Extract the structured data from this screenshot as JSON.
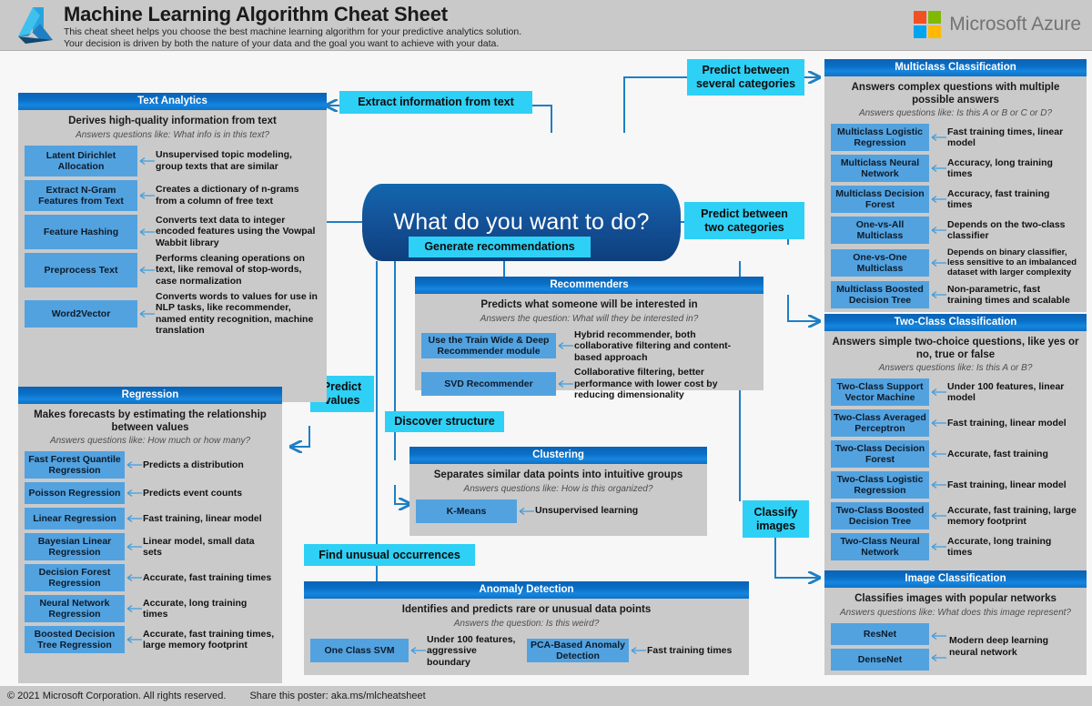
{
  "header": {
    "title": "Machine Learning Algorithm Cheat Sheet",
    "sub1": "This cheat sheet helps you choose the best machine learning algorithm for your predictive analytics solution.",
    "sub2": "Your decision is driven by both the nature of your data and the goal you want to achieve with your data.",
    "brand": "Microsoft Azure",
    "logo_icon": "azure-logo-icon",
    "ms_logo_icon": "microsoft-squares-icon",
    "ms_colors": [
      "#f25022",
      "#7fba00",
      "#00a4ef",
      "#ffb900"
    ]
  },
  "center": {
    "question": "What do you want to do?"
  },
  "colors": {
    "header_bar_start": "#0b62b5",
    "header_bar_end": "#0f72c4",
    "panel_bg": "#cacaca",
    "algo_box": "#52a2e0",
    "cyan_label": "#2ed0f5",
    "wire": "#1d7fc4",
    "page_bg": "#f7f7f7",
    "chrome_bg": "#c9c9c9"
  },
  "decision_labels": [
    {
      "id": "extract-information-from-text",
      "text": "Extract information from text"
    },
    {
      "id": "predict-between-several-categories",
      "text": "Predict between\nseveral categories"
    },
    {
      "id": "predict-between-two-categories",
      "text": "Predict between\ntwo categories"
    },
    {
      "id": "generate-recommendations",
      "text": "Generate recommendations"
    },
    {
      "id": "predict-values",
      "text": "Predict\nvalues"
    },
    {
      "id": "discover-structure",
      "text": "Discover structure"
    },
    {
      "id": "classify-images",
      "text": "Classify\nimages"
    },
    {
      "id": "find-unusual-occurrences",
      "text": "Find unusual occurrences"
    }
  ],
  "panels": {
    "text_analytics": {
      "title": "Text Analytics",
      "desc": "Derives high-quality information from text",
      "question": "Answers questions like: What info is in this text?",
      "rows": [
        {
          "algo": "Latent Dirichlet Allocation",
          "note": "Unsupervised topic modeling, group texts that are similar"
        },
        {
          "algo": "Extract N-Gram Features from Text",
          "note": "Creates a dictionary of n-grams from a column of free text"
        },
        {
          "algo": "Feature Hashing",
          "note": "Converts text data to integer encoded features using the Vowpal Wabbit library"
        },
        {
          "algo": "Preprocess Text",
          "note": "Performs cleaning operations on text, like removal of stop-words, case normalization"
        },
        {
          "algo": "Word2Vector",
          "note": "Converts words to values for use in NLP tasks, like recommender, named entity recognition, machine translation"
        }
      ]
    },
    "regression": {
      "title": "Regression",
      "desc": "Makes forecasts by estimating the relationship between values",
      "question": "Answers questions like: How much or how many?",
      "rows": [
        {
          "algo": "Fast Forest Quantile Regression",
          "note": "Predicts a distribution"
        },
        {
          "algo": "Poisson Regression",
          "note": "Predicts event counts"
        },
        {
          "algo": "Linear Regression",
          "note": "Fast training, linear model"
        },
        {
          "algo": "Bayesian Linear Regression",
          "note": "Linear model, small data sets"
        },
        {
          "algo": "Decision Forest Regression",
          "note": "Accurate, fast training times"
        },
        {
          "algo": "Neural Network Regression",
          "note": "Accurate, long training times"
        },
        {
          "algo": "Boosted Decision Tree Regression",
          "note": "Accurate, fast training times, large memory footprint"
        }
      ]
    },
    "recommenders": {
      "title": "Recommenders",
      "desc": "Predicts what someone will be interested in",
      "question": "Answers the question: What will they be interested in?",
      "rows": [
        {
          "algo": "Use the Train Wide & Deep Recommender module",
          "note": "Hybrid recommender, both collaborative filtering and content-based approach"
        },
        {
          "algo": "SVD Recommender",
          "note": "Collaborative filtering, better performance with lower cost by reducing dimensionality"
        }
      ]
    },
    "clustering": {
      "title": "Clustering",
      "desc": "Separates similar data points into intuitive groups",
      "question": "Answers questions like: How is this organized?",
      "rows": [
        {
          "algo": "K-Means",
          "note": "Unsupervised learning"
        }
      ]
    },
    "anomaly_detection": {
      "title": "Anomaly Detection",
      "desc": "Identifies and predicts rare or unusual data points",
      "question": "Answers the question: Is this weird?",
      "rows": [
        {
          "algo": "One Class SVM",
          "note": "Under 100 features, aggressive boundary"
        },
        {
          "algo": "PCA-Based Anomaly Detection",
          "note": "Fast training times"
        }
      ]
    },
    "multiclass_classification": {
      "title": "Multiclass Classification",
      "desc": "Answers complex questions with multiple possible answers",
      "question": "Answers questions like: Is this A or B or C or D?",
      "rows": [
        {
          "algo": "Multiclass Logistic Regression",
          "note": "Fast training times, linear model"
        },
        {
          "algo": "Multiclass Neural Network",
          "note": "Accuracy, long training times"
        },
        {
          "algo": "Multiclass Decision Forest",
          "note": "Accuracy, fast training times"
        },
        {
          "algo": "One-vs-All Multiclass",
          "note": "Depends on the two-class classifier"
        },
        {
          "algo": "One-vs-One Multiclass",
          "note": "Depends on binary classifier, less sensitive to an imbalanced dataset with larger complexity"
        },
        {
          "algo": "Multiclass Boosted Decision Tree",
          "note": "Non-parametric, fast training times and scalable"
        }
      ]
    },
    "two_class_classification": {
      "title": "Two-Class Classification",
      "desc": "Answers simple two-choice questions, like yes or no, true or false",
      "question": "Answers questions like: Is this A or B?",
      "rows": [
        {
          "algo": "Two-Class Support Vector Machine",
          "note": "Under 100 features, linear model"
        },
        {
          "algo": "Two-Class Averaged Perceptron",
          "note": "Fast training, linear model"
        },
        {
          "algo": "Two-Class Decision Forest",
          "note": "Accurate, fast training"
        },
        {
          "algo": "Two-Class Logistic Regression",
          "note": "Fast training, linear model"
        },
        {
          "algo": "Two-Class Boosted Decision Tree",
          "note": "Accurate, fast training, large memory footprint"
        },
        {
          "algo": "Two-Class Neural Network",
          "note": "Accurate, long training times"
        }
      ]
    },
    "image_classification": {
      "title": "Image Classification",
      "desc": "Classifies images with popular networks",
      "question": "Answers questions like: What does this image represent?",
      "rows": [
        {
          "algo": "ResNet",
          "note": "Modern deep learning neural network"
        },
        {
          "algo": "DenseNet",
          "note": ""
        }
      ],
      "shared_note": "Modern deep learning neural network"
    }
  },
  "footer": {
    "copyright": "© 2021 Microsoft Corporation. All rights reserved.",
    "share": "Share this poster: aka.ms/mlcheatsheet"
  }
}
